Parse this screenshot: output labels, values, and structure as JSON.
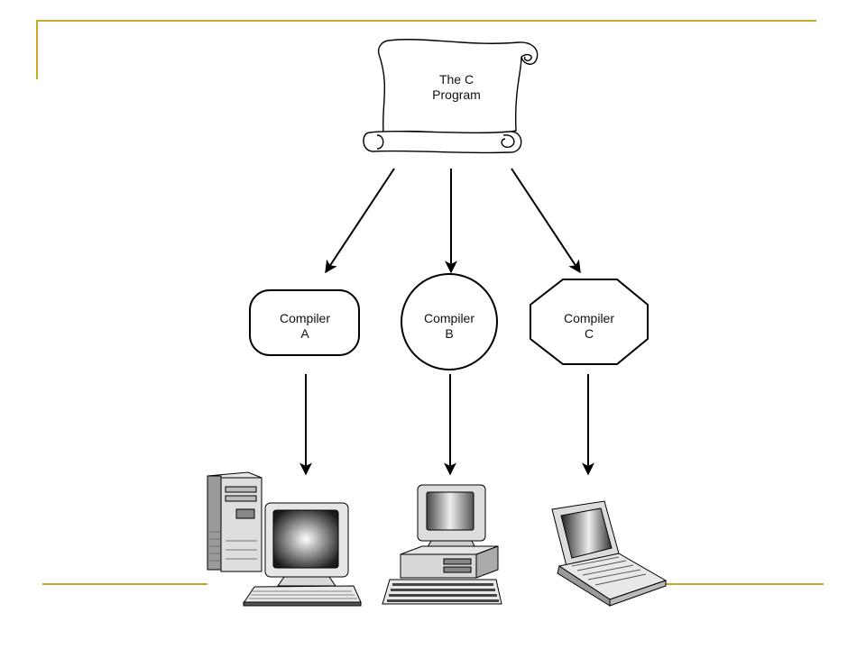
{
  "colors": {
    "accent_rule": "#c8a82c",
    "ink": "#000000"
  },
  "source": {
    "line1": "The C",
    "line2": "Program"
  },
  "compilers": [
    {
      "line1": "Compiler",
      "line2": "A",
      "shape": "rounded-rectangle"
    },
    {
      "line1": "Compiler",
      "line2": "B",
      "shape": "circle"
    },
    {
      "line1": "Compiler",
      "line2": "C",
      "shape": "octagon"
    }
  ],
  "computers": [
    {
      "kind": "tower-desktop-with-monitor",
      "icon": "tower-computer-icon"
    },
    {
      "kind": "desktop-computer",
      "icon": "desktop-computer-icon"
    },
    {
      "kind": "laptop",
      "icon": "laptop-icon"
    }
  ]
}
